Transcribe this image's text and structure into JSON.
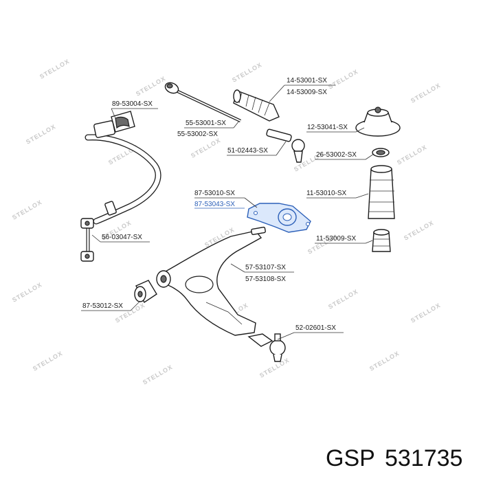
{
  "watermark": "STELLOX",
  "footer": {
    "brand": "GSP",
    "number": "531735"
  },
  "labels": {
    "l89_53004": "89-53004-SX",
    "l55_53001": "55-53001-SX",
    "l55_53002": "55-53002-SX",
    "l14_53001": "14-53001-SX",
    "l14_53009": "14-53009-SX",
    "l12_53041": "12-53041-SX",
    "l51_02443": "51-02443-SX",
    "l26_53002": "26-53002-SX",
    "l87_53010": "87-53010-SX",
    "l87_53043": "87-53043-SX",
    "l11_53010": "11-53010-SX",
    "l56_03047": "56-03047-SX",
    "l11_53009": "11-53009-SX",
    "l57_53107": "57-53107-SX",
    "l57_53108": "57-53108-SX",
    "l87_53012": "87-53012-SX",
    "l52_02601": "52-02601-SX"
  },
  "highlight_color": "#2b5fb8"
}
